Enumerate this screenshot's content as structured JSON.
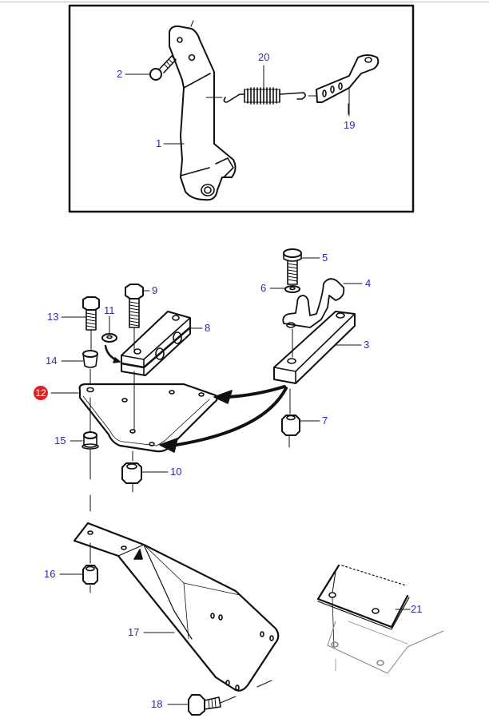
{
  "diagram": {
    "title": "Exploded parts diagram",
    "inset_box": {
      "parts": [
        "1",
        "2",
        "19",
        "20"
      ]
    },
    "callouts": [
      {
        "id": "1",
        "label": "1"
      },
      {
        "id": "2",
        "label": "2"
      },
      {
        "id": "3",
        "label": "3"
      },
      {
        "id": "4",
        "label": "4"
      },
      {
        "id": "5",
        "label": "5"
      },
      {
        "id": "6",
        "label": "6"
      },
      {
        "id": "7",
        "label": "7"
      },
      {
        "id": "8",
        "label": "8"
      },
      {
        "id": "9",
        "label": "9"
      },
      {
        "id": "10",
        "label": "10"
      },
      {
        "id": "11",
        "label": "11"
      },
      {
        "id": "12",
        "label": "12",
        "highlighted": true
      },
      {
        "id": "13",
        "label": "13"
      },
      {
        "id": "14",
        "label": "14"
      },
      {
        "id": "15",
        "label": "15"
      },
      {
        "id": "16",
        "label": "16"
      },
      {
        "id": "17",
        "label": "17"
      },
      {
        "id": "18",
        "label": "18"
      },
      {
        "id": "19",
        "label": "19"
      },
      {
        "id": "20",
        "label": "20"
      },
      {
        "id": "21",
        "label": "21"
      }
    ],
    "colors": {
      "callout_text": "#2b2bb0",
      "highlight": "#e02020",
      "line": "#111111"
    }
  }
}
